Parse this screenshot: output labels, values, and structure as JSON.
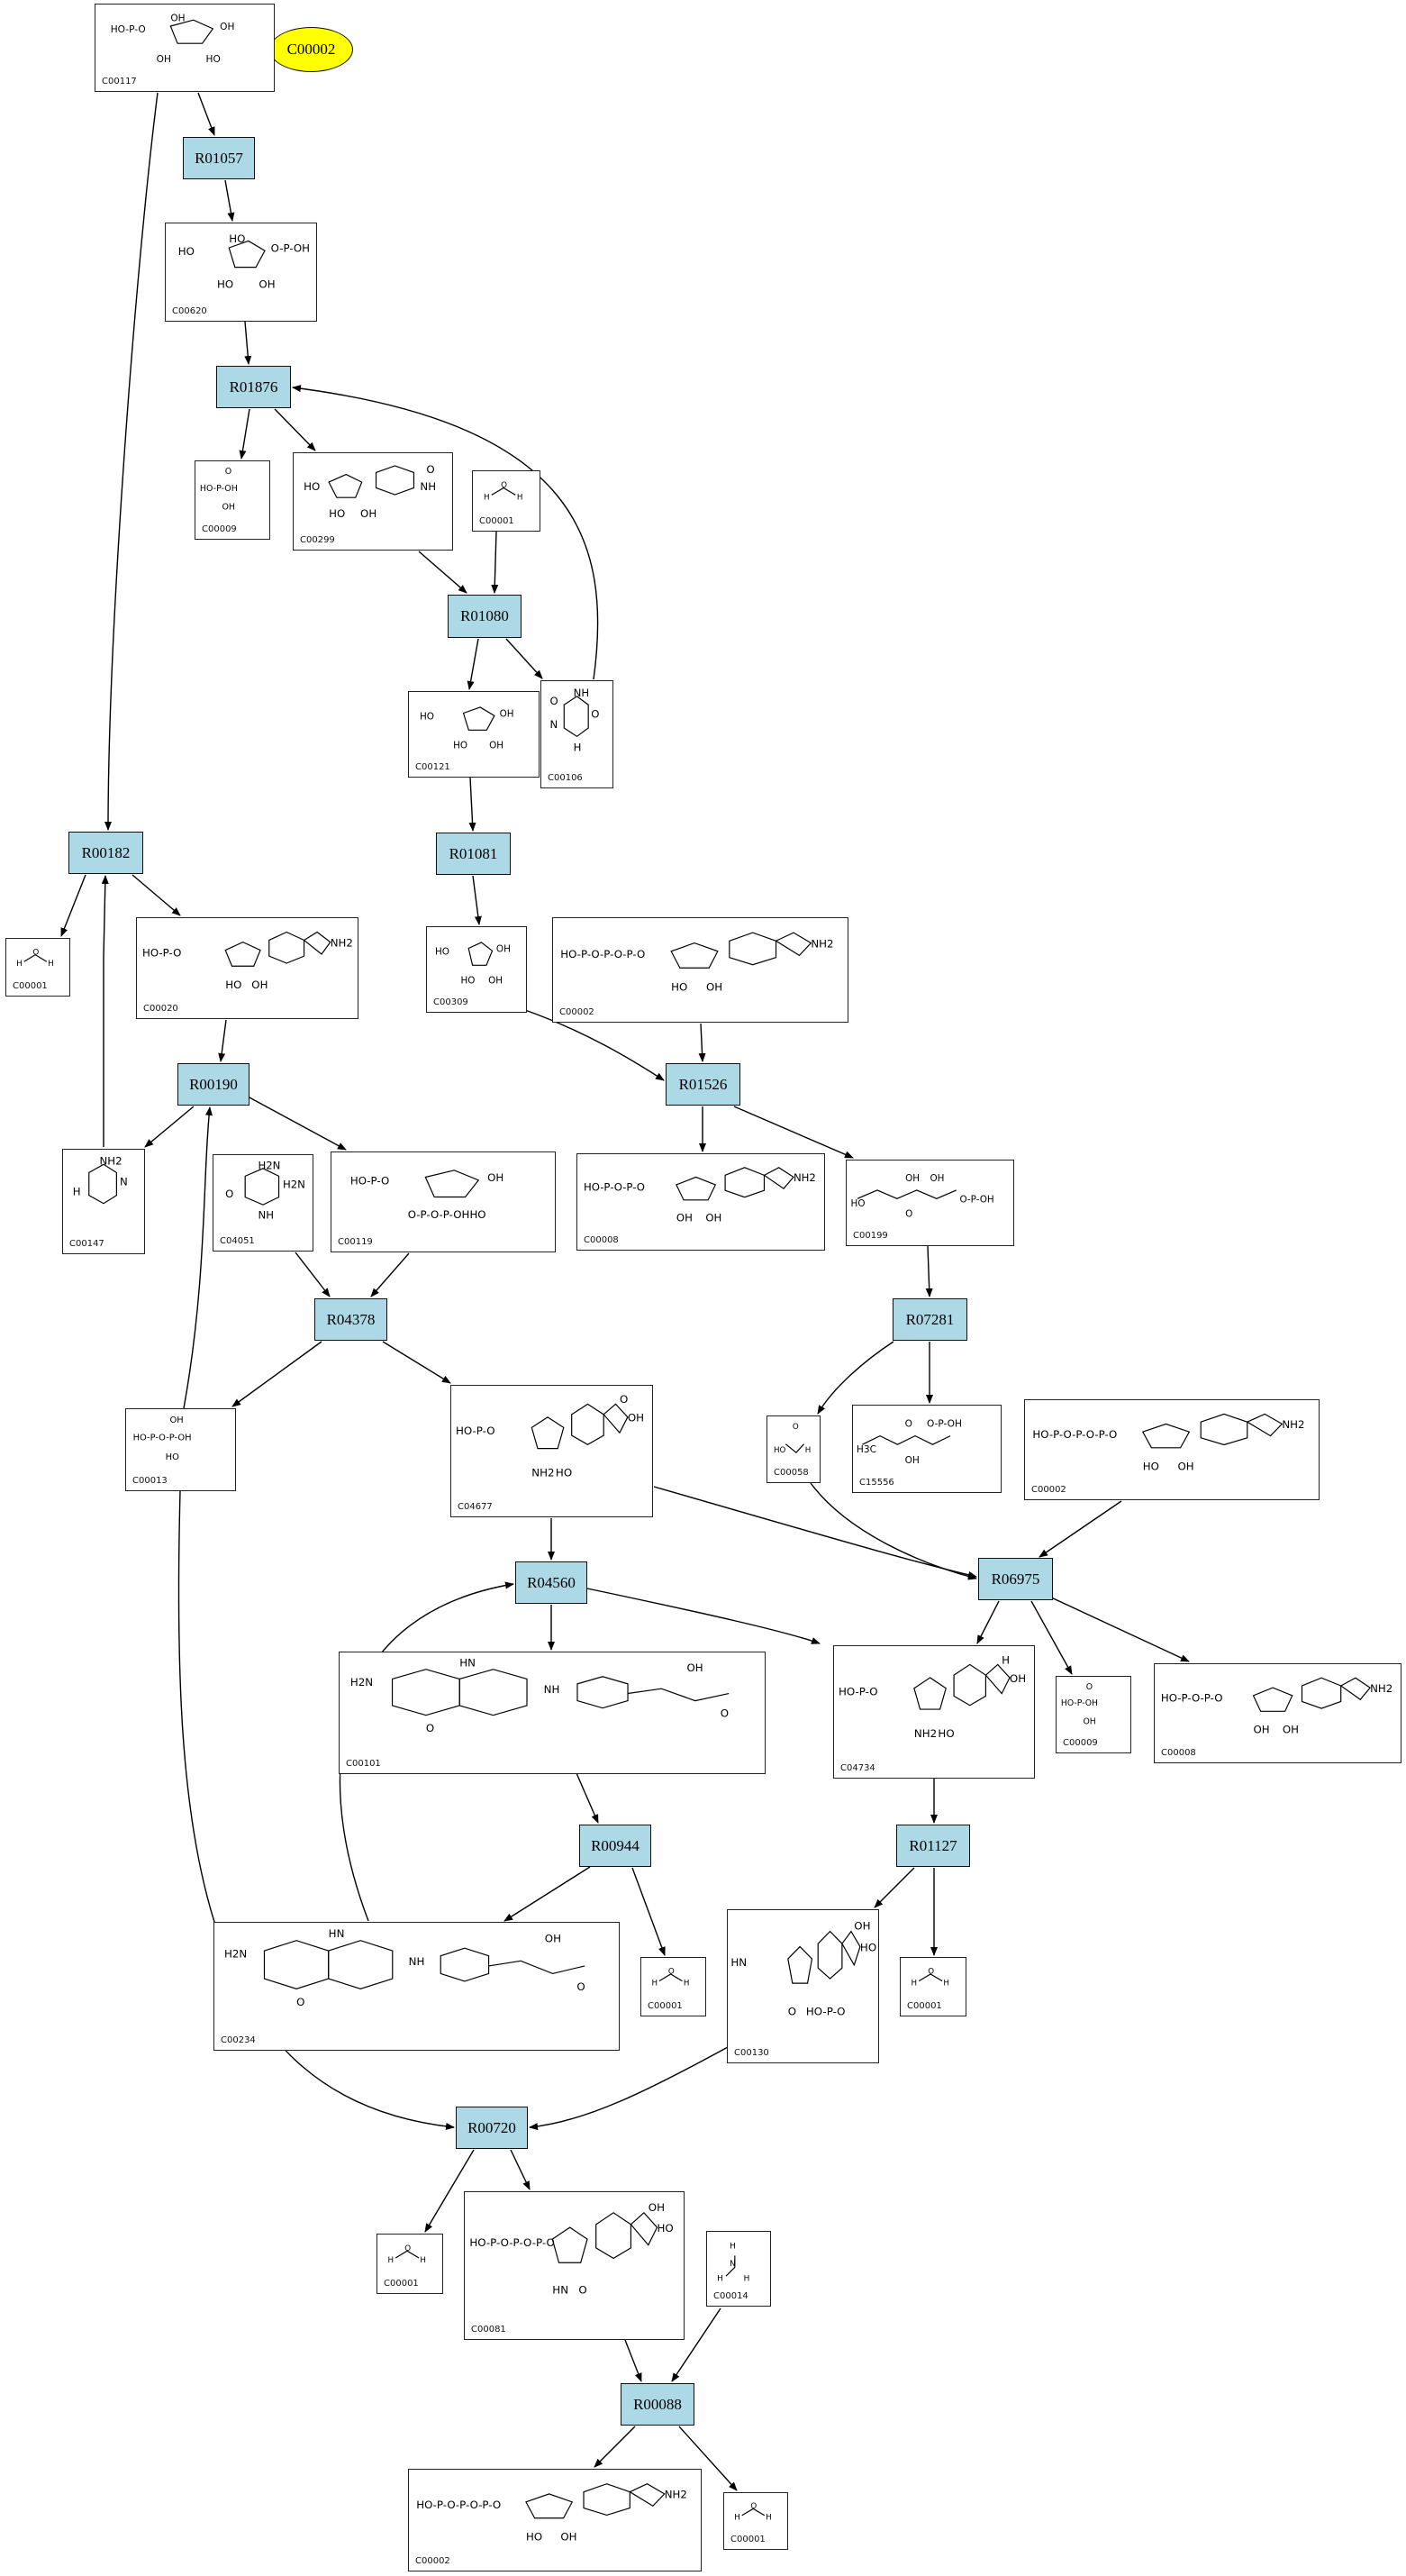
{
  "highlight": {
    "label": "C00002",
    "color": "#ffff00"
  },
  "reaction_color": "#add8e6",
  "reactions": {
    "R01057": "R01057",
    "R01876": "R01876",
    "R01080": "R01080",
    "R01081": "R01081",
    "R00182": "R00182",
    "R00190": "R00190",
    "R01526": "R01526",
    "R04378": "R04378",
    "R07281": "R07281",
    "R04560": "R04560",
    "R06975": "R06975",
    "R00944": "R00944",
    "R01127": "R01127",
    "R00720": "R00720",
    "R00088": "R00088"
  },
  "compounds": {
    "c_top": {
      "id": "C00117",
      "formula": [
        "HO-P-O",
        "OH",
        "HO",
        "OH",
        "OH"
      ]
    },
    "c0620": {
      "id": "C00620",
      "formula": [
        "HO",
        "HO",
        "OH",
        "O-P-OH",
        "HO"
      ]
    },
    "c9a": {
      "id": "C00009",
      "formula": [
        "HO-P-OH",
        "OH",
        "O"
      ]
    },
    "c299": {
      "id": "C00299",
      "formula": [
        "HO",
        "HO",
        "OH",
        "NH",
        "O"
      ]
    },
    "c1a": {
      "id": "C00001",
      "formula": [
        "H",
        "O",
        "H"
      ]
    },
    "c121": {
      "id": "C00121",
      "formula": [
        "HO",
        "HO",
        "OH",
        "OH"
      ]
    },
    "c106": {
      "id": "C00106",
      "formula": [
        "NH",
        "O",
        "N",
        "H",
        "O"
      ]
    },
    "c309": {
      "id": "C00309",
      "formula": [
        "HO",
        "HO",
        "OH",
        "OH"
      ]
    },
    "c2a": {
      "id": "C00002",
      "formula": [
        "HO-P-O-P-O-P-O",
        "HO",
        "OH",
        "NH2"
      ]
    },
    "c1b": {
      "id": "C00001",
      "formula": [
        "H",
        "O",
        "H"
      ]
    },
    "c20": {
      "id": "C00020",
      "formula": [
        "HO-P-O",
        "HO",
        "OH",
        "NH2"
      ]
    },
    "c147": {
      "id": "C00147",
      "formula": [
        "NH2",
        "N",
        "H"
      ]
    },
    "c4051": {
      "id": "C04051",
      "formula": [
        "H2N",
        "H2N",
        "O",
        "NH"
      ]
    },
    "c119": {
      "id": "C00119",
      "formula": [
        "HO-P-O",
        "O-P-O-P-OH",
        "HO",
        "OH"
      ]
    },
    "c8a": {
      "id": "C00008",
      "formula": [
        "HO-P-O-P-O",
        "OH",
        "OH",
        "NH2"
      ]
    },
    "c199": {
      "id": "C00199",
      "formula": [
        "HO",
        "OH",
        "O",
        "OH",
        "O-P-OH"
      ]
    },
    "c13": {
      "id": "C00013",
      "formula": [
        "HO-P-O-P-OH",
        "HO",
        "OH"
      ]
    },
    "c4677": {
      "id": "C04677",
      "formula": [
        "HO-P-O",
        "NH2",
        "HO",
        "OH",
        "O"
      ]
    },
    "c58": {
      "id": "C00058",
      "formula": [
        "O",
        "HO",
        "H"
      ]
    },
    "c15556": {
      "id": "C15556",
      "formula": [
        "H3C",
        "O",
        "OH",
        "O-P-OH"
      ]
    },
    "c2b": {
      "id": "C00002",
      "formula": [
        "HO-P-O-P-O-P-O",
        "HO",
        "OH",
        "NH2"
      ]
    },
    "c101": {
      "id": "C00101",
      "formula": [
        "H2N",
        "HN",
        "O",
        "NH",
        "OH",
        "O"
      ]
    },
    "c4734": {
      "id": "C04734",
      "formula": [
        "HO-P-O",
        "NH2",
        "HO",
        "OH",
        "H"
      ]
    },
    "c9b": {
      "id": "C00009",
      "formula": [
        "HO-P-OH",
        "OH",
        "O"
      ]
    },
    "c8b": {
      "id": "C00008",
      "formula": [
        "HO-P-O-P-O",
        "OH",
        "OH",
        "NH2"
      ]
    },
    "c234": {
      "id": "C00234",
      "formula": [
        "H2N",
        "HN",
        "O",
        "NH",
        "OH",
        "O"
      ]
    },
    "c1c": {
      "id": "C00001",
      "formula": [
        "H",
        "O",
        "H"
      ]
    },
    "c130": {
      "id": "C00130",
      "formula": [
        "HN",
        "O",
        "HO-P-O",
        "HO",
        "OH"
      ]
    },
    "c1d": {
      "id": "C00001",
      "formula": [
        "H",
        "O",
        "H"
      ]
    },
    "c1e": {
      "id": "C00001",
      "formula": [
        "H",
        "O",
        "H"
      ]
    },
    "c81": {
      "id": "C00081",
      "formula": [
        "HO-P-O-P-O-P-O",
        "HN",
        "O",
        "HO",
        "OH"
      ]
    },
    "c14": {
      "id": "C00014",
      "formula": [
        "H",
        "N",
        "H",
        "H"
      ]
    },
    "c2c": {
      "id": "C00002",
      "formula": [
        "HO-P-O-P-O-P-O",
        "HO",
        "OH",
        "NH2"
      ]
    },
    "c1f": {
      "id": "C00001",
      "formula": [
        "H",
        "O",
        "H"
      ]
    }
  }
}
